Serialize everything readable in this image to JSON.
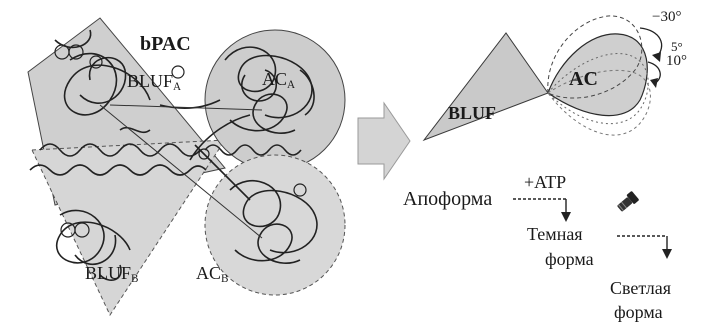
{
  "structure": {
    "title": "bPAC",
    "bluf_a_main": "BLUF",
    "bluf_a_sub": "A",
    "ac_a_main": "AC",
    "ac_a_sub": "A",
    "bluf_b_main": "BLUF",
    "bluf_b_sub": "B",
    "ac_b_main": "AC",
    "ac_b_sub": "B"
  },
  "model": {
    "bluf_label": "BLUF",
    "ac_label": "AC",
    "angles": [
      "−30°",
      "5°",
      "10°"
    ]
  },
  "states": {
    "apo": "Апоформа",
    "atp": "+ATP",
    "dark_line1": "Темная",
    "dark_line2": "форма",
    "light_line1": "Светлая",
    "light_line2": "форма"
  },
  "colors": {
    "shape_fill": "#c9c9c9",
    "shape_stroke": "#3a3a3a",
    "ribbon": "#2a2a2a",
    "arrow_fill": "#d4d4d4"
  }
}
